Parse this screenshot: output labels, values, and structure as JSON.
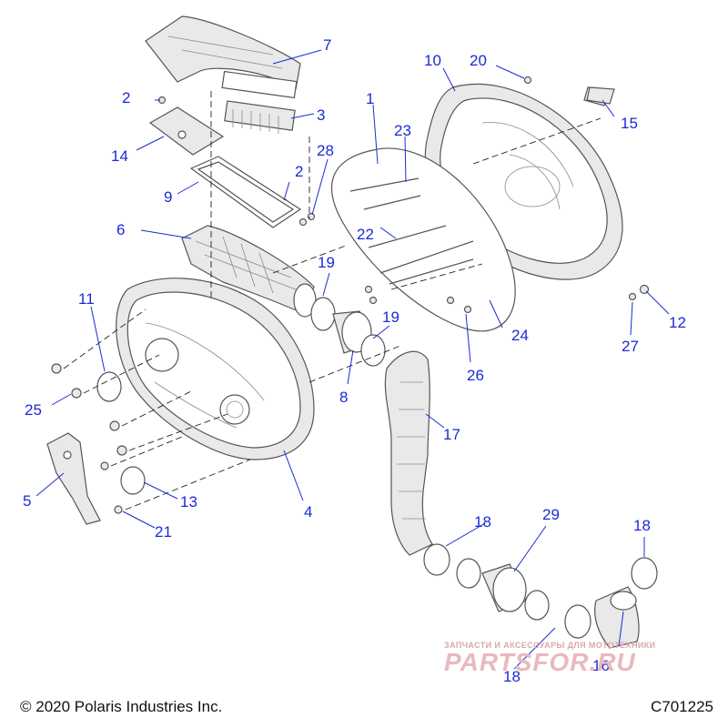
{
  "callouts": [
    {
      "id": "c1",
      "label": "1"
    },
    {
      "id": "c2a",
      "label": "2"
    },
    {
      "id": "c2b",
      "label": "2"
    },
    {
      "id": "c3",
      "label": "3"
    },
    {
      "id": "c4",
      "label": "4"
    },
    {
      "id": "c5",
      "label": "5"
    },
    {
      "id": "c6",
      "label": "6"
    },
    {
      "id": "c7",
      "label": "7"
    },
    {
      "id": "c8",
      "label": "8"
    },
    {
      "id": "c9",
      "label": "9"
    },
    {
      "id": "c10",
      "label": "10"
    },
    {
      "id": "c11",
      "label": "11"
    },
    {
      "id": "c12",
      "label": "12"
    },
    {
      "id": "c13",
      "label": "13"
    },
    {
      "id": "c14",
      "label": "14"
    },
    {
      "id": "c15",
      "label": "15"
    },
    {
      "id": "c16",
      "label": "16"
    },
    {
      "id": "c17",
      "label": "17"
    },
    {
      "id": "c18a",
      "label": "18"
    },
    {
      "id": "c18b",
      "label": "18"
    },
    {
      "id": "c18c",
      "label": "18"
    },
    {
      "id": "c19a",
      "label": "19"
    },
    {
      "id": "c19b",
      "label": "19"
    },
    {
      "id": "c20",
      "label": "20"
    },
    {
      "id": "c21",
      "label": "21"
    },
    {
      "id": "c22",
      "label": "22"
    },
    {
      "id": "c23",
      "label": "23"
    },
    {
      "id": "c24",
      "label": "24"
    },
    {
      "id": "c25",
      "label": "25"
    },
    {
      "id": "c26",
      "label": "26"
    },
    {
      "id": "c27",
      "label": "27"
    },
    {
      "id": "c28",
      "label": "28"
    },
    {
      "id": "c29",
      "label": "29"
    }
  ],
  "footer": {
    "copyright": "© 2020 Polaris Industries Inc.",
    "diagram_code": "C701225"
  },
  "watermark": {
    "tagline": "ЗАПЧАСТИ И АКСЕССУАРЫ ДЛЯ МОТОТЕХНИКИ",
    "brand": "PARTSFOR.RU"
  },
  "colors": {
    "callout": "#1a2bd6",
    "line_art": "#555555",
    "watermark": "#e9b9bc"
  }
}
